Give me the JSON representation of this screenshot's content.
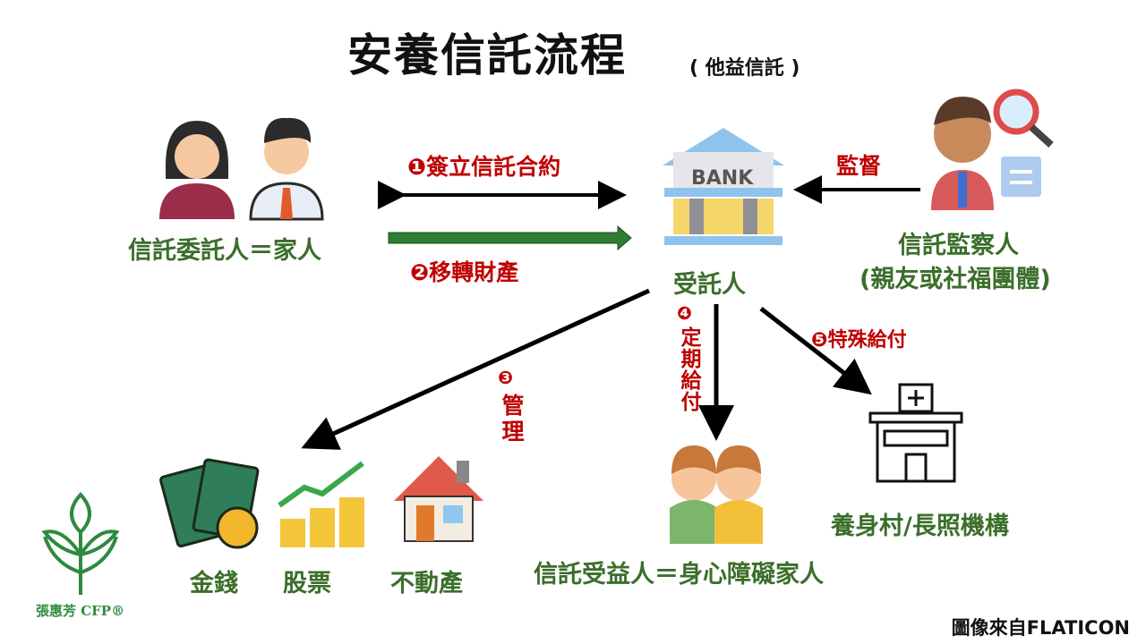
{
  "title": "安養信託流程",
  "subtitle": "( 他益信託 )",
  "settlor": "信託委託人＝家人",
  "trustee": "受託人",
  "bank_sign": "BANK",
  "supervisor": {
    "line1": "信託監察人",
    "line2": "(親友或社福團體)"
  },
  "supervise_label": "監督",
  "steps": {
    "s1": "❶簽立信託合約",
    "s2": "❷移轉財產",
    "s3_num": "❸",
    "s3": "管理",
    "s4_num": "❹",
    "s4": "定期給付",
    "s5": "❺特殊給付"
  },
  "assets": [
    "金錢",
    "股票",
    "不動產"
  ],
  "beneficiary": "信託受益人＝身心障礙家人",
  "facility": "養身村/長照機構",
  "logo_text": "張惠芳 CFP®",
  "credit": "圖像來自FLATICON",
  "colors": {
    "green": "#3b6e2b",
    "red": "#c00000",
    "arrow_green": "#2e7d32"
  }
}
